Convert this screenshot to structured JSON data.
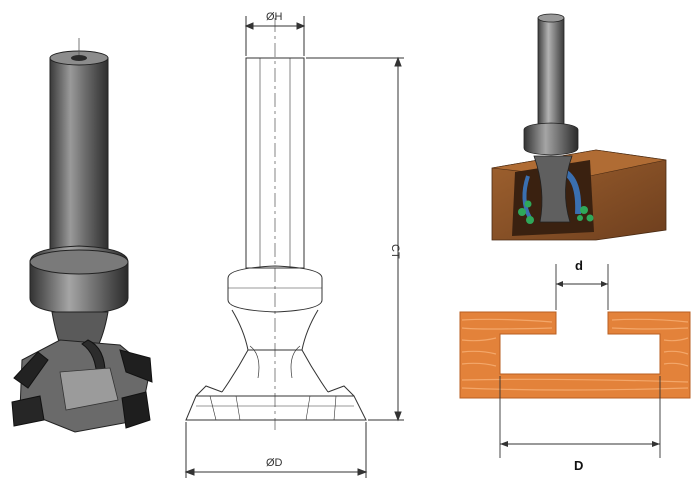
{
  "drawing": {
    "dim_shank": "ØH",
    "dim_total": "CT",
    "dim_cutter": "ØD"
  },
  "profile": {
    "dim_neck": "d",
    "dim_width": "D"
  },
  "colors": {
    "steel": "#5a5a5a",
    "wood": "#e3823a",
    "wood_grain": "#f3a76a",
    "block_wood": "#8a5129",
    "chip": "#2fa85a",
    "line": "#333333"
  }
}
